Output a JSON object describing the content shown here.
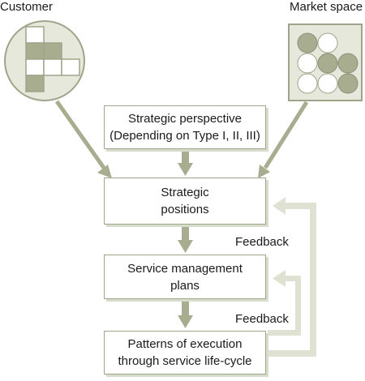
{
  "labels": {
    "customer": "Customer",
    "market_space": "Market space",
    "feedback_1": "Feedback",
    "feedback_2": "Feedback"
  },
  "boxes": {
    "strategic_perspective": [
      "Strategic perspective",
      "(Depending on Type I, II, III)"
    ],
    "strategic_positions": [
      "Strategic",
      "positions"
    ],
    "service_management_plans": [
      "Service management",
      "plans"
    ],
    "patterns_of_execution": [
      "Patterns of execution",
      "through service life-cycle"
    ]
  },
  "colors": {
    "circle_fill": "#e6e8db",
    "circle_stroke": "#9fa58a",
    "shaded": "#a8ad90",
    "arrow": "#a8ad90",
    "feedback_arrow": "#dfe2d3",
    "box_border": "#9fa58a"
  }
}
